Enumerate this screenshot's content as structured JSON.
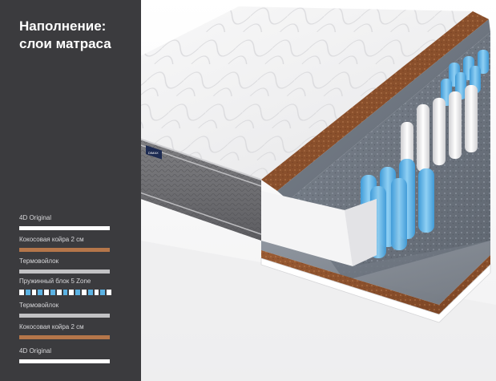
{
  "panel": {
    "title_line1": "Наполнение:",
    "title_line2": "слои матраса"
  },
  "layers": [
    {
      "label": "4D Original",
      "color": "#ffffff"
    },
    {
      "label": "Кокосовая койра 2 см",
      "color": "#b5764a"
    },
    {
      "label": "Термовойлок",
      "color": "#c2c2c4"
    },
    {
      "label": "Пружинный блок 5 Zone",
      "color": "#5bb2e3"
    },
    {
      "label": "Термовойлок",
      "color": "#c2c2c4"
    },
    {
      "label": "Кокосовая койра 2 см",
      "color": "#b5764a"
    },
    {
      "label": "4D Original",
      "color": "#ffffff"
    }
  ],
  "spring_pattern": [
    "#ffffff",
    "#5bb2e3",
    "#ffffff",
    "#5bb2e3",
    "#ffffff",
    "#5bb2e3",
    "#ffffff",
    "#5bb2e3",
    "#ffffff",
    "#5bb2e3",
    "#ffffff",
    "#5bb2e3",
    "#ffffff",
    "#5bb2e3",
    "#ffffff"
  ],
  "brand_label": "DIMAX"
}
